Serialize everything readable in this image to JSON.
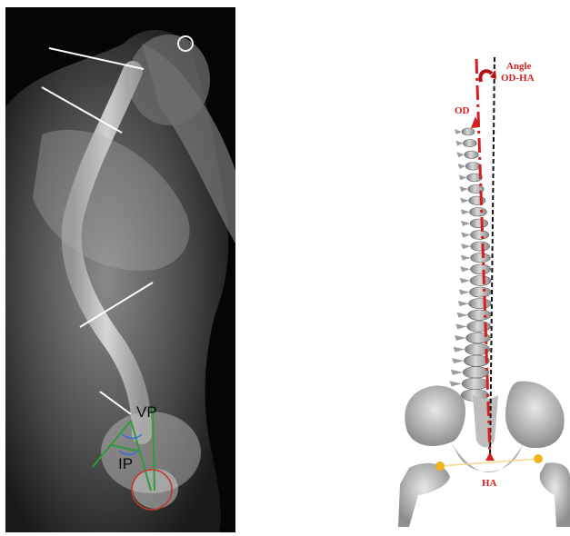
{
  "figure": {
    "left_panel": {
      "labels": {
        "vp": "VP",
        "ip": "IP"
      },
      "line_colors": {
        "reference_lines": "#ffffff",
        "pelvic_lines": "#2e9c3a",
        "femoral_circle": "#c0392b",
        "arc": "#3a6fd6"
      }
    },
    "right_panel": {
      "labels": {
        "od": "OD",
        "angle_line1": "Angle",
        "angle_line2": "OD-HA",
        "ha": "HA"
      },
      "colors": {
        "od_line": "#d21f1f",
        "vertical_reference": "#111111",
        "hip_axis_points": "#f2b21c",
        "hip_axis_line": "#f5d98a"
      }
    }
  }
}
